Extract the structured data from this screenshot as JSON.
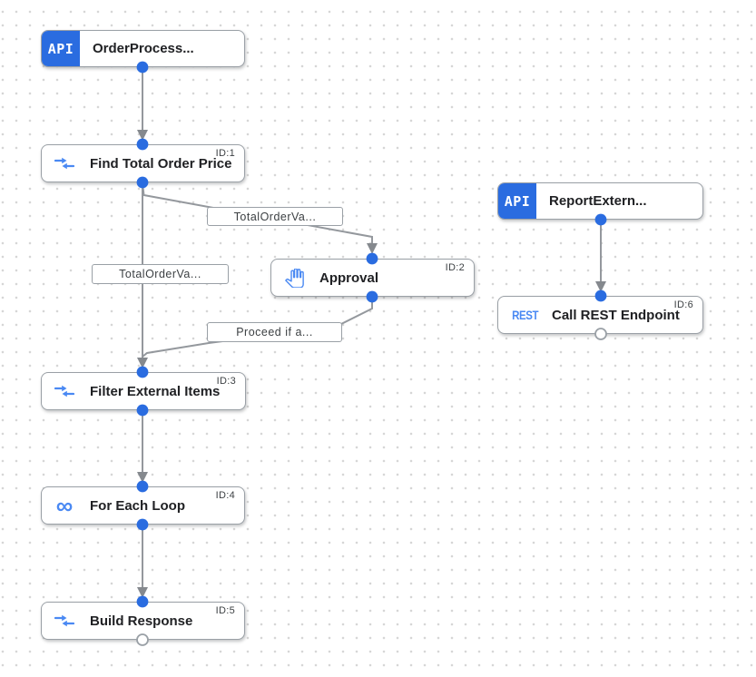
{
  "canvas": {
    "name": "integration-workflow-canvas",
    "background": "#ffffff",
    "grid_dot_color": "#d6d6d6"
  },
  "colors": {
    "trigger_badge_blue": "#2a6ce0",
    "connection_dot_blue": "#2a6ce0",
    "task_icon_blue": "#4a89f3",
    "edge_gray": "#94989d",
    "node_border_gray": "#9aa0a6",
    "title_color": "#202124",
    "id_label_color": "#3c4043"
  },
  "nodes": [
    {
      "kind": "api-trigger",
      "badge": "API",
      "title": "OrderProcess...",
      "icon": "api-trigger-badge"
    },
    {
      "kind": "task",
      "title": "Find Total Order Price",
      "task_id": "ID:1",
      "icon": "data-mapping-icon"
    },
    {
      "kind": "task",
      "title": "Approval",
      "task_id": "ID:2",
      "icon": "approval-hand-icon"
    },
    {
      "kind": "task",
      "title": "Filter External Items",
      "task_id": "ID:3",
      "icon": "data-mapping-icon"
    },
    {
      "kind": "task",
      "title": "For Each Loop",
      "task_id": "ID:4",
      "icon": "for-each-loop-infinity-icon",
      "icon_glyph": "∞"
    },
    {
      "kind": "task",
      "title": "Build Response",
      "task_id": "ID:5",
      "icon": "data-mapping-icon"
    },
    {
      "kind": "api-trigger",
      "badge": "API",
      "title": "ReportExtern...",
      "icon": "api-trigger-badge"
    },
    {
      "kind": "task",
      "title": "Call REST Endpoint",
      "task_id": "ID:6",
      "icon": "rest-text-icon",
      "icon_text": "REST"
    }
  ],
  "edge_labels": [
    {
      "text": "TotalOrderVa..."
    },
    {
      "text": "TotalOrderVa..."
    },
    {
      "text": "Proceed if a..."
    }
  ],
  "edges": [
    {
      "from": "OrderProcess...",
      "to": "Find Total Order Price"
    },
    {
      "from": "Find Total Order Price",
      "to": "Approval",
      "label": "TotalOrderVa..."
    },
    {
      "from": "Find Total Order Price",
      "to": "Filter External Items",
      "label": "TotalOrderVa..."
    },
    {
      "from": "Approval",
      "to": "Filter External Items",
      "label": "Proceed if a..."
    },
    {
      "from": "Filter External Items",
      "to": "For Each Loop"
    },
    {
      "from": "For Each Loop",
      "to": "Build Response"
    },
    {
      "from": "ReportExtern...",
      "to": "Call REST Endpoint"
    }
  ]
}
